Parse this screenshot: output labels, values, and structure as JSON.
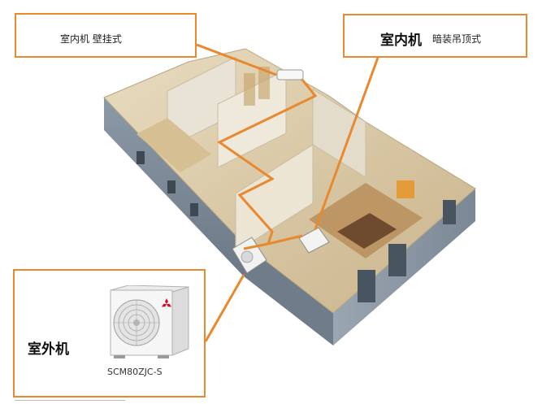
{
  "callouts": {
    "indoor_wall": {
      "text": "室内机 壁挂式"
    },
    "indoor_ceiling": {
      "title": "室内机",
      "subtitle": "暗装吊顶式"
    },
    "outdoor": {
      "title": "室外机",
      "model": "SCM80ZJC-S"
    }
  },
  "colors": {
    "accent": "#E8892F",
    "wall_exterior": "#7E8C99",
    "floor_interior": "#D9C8A2"
  },
  "icons": {
    "brand_logo": "three-diamond-logo"
  }
}
